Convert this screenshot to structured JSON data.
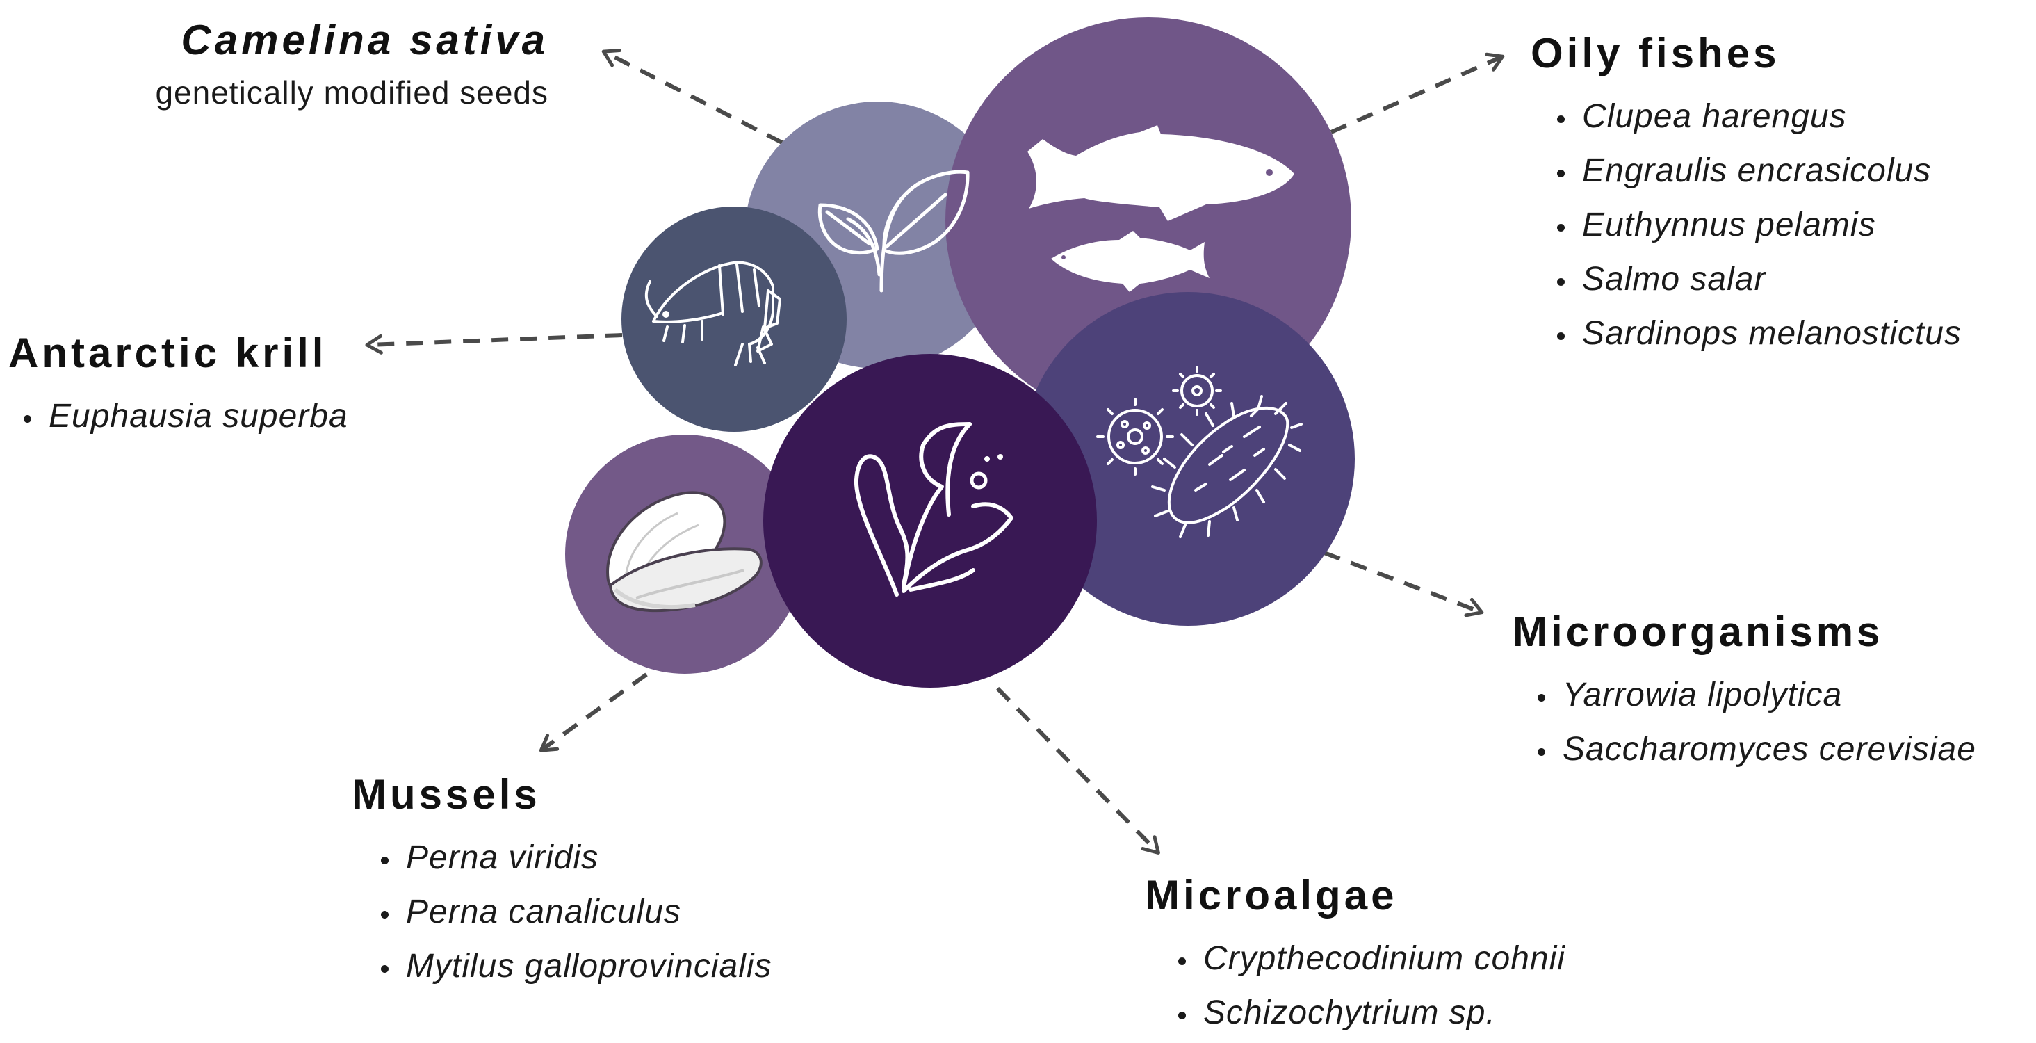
{
  "sources": {
    "camelina": {
      "title": "Camelina sativa",
      "subtitle": "genetically modified seeds"
    },
    "krill": {
      "title": "Antarctic krill",
      "species": [
        "Euphausia superba"
      ]
    },
    "fishes": {
      "title": "Oily fishes",
      "species": [
        "Clupea harengus",
        "Engraulis encrasicolus",
        "Euthynnus pelamis",
        "Salmo salar",
        "Sardinops melanostictus"
      ]
    },
    "microorganisms": {
      "title": "Microorganisms",
      "species": [
        "Yarrowia lipolytica",
        "Saccharomyces cerevisiae"
      ]
    },
    "mussels": {
      "title": "Mussels",
      "species": [
        "Perna viridis",
        "Perna canaliculus",
        "Mytilus galloprovincialis"
      ]
    },
    "microalgae": {
      "title": "Microalgae",
      "species": [
        "Crypthecodinium cohnii",
        "Schizochytrium sp."
      ]
    }
  },
  "icons": [
    "leaf-icon",
    "fish-icon",
    "shrimp-icon",
    "microbe-icon",
    "mussel-icon",
    "seaweed-icon"
  ],
  "colors": {
    "plant_circle": "#8283a5",
    "fish_circle": "#705688",
    "krill_circle": "#4b5470",
    "microbe_circle": "#4d4279",
    "mussel_circle": "#735988",
    "algae_circle": "#391854",
    "arrow": "#4a4a4a"
  }
}
